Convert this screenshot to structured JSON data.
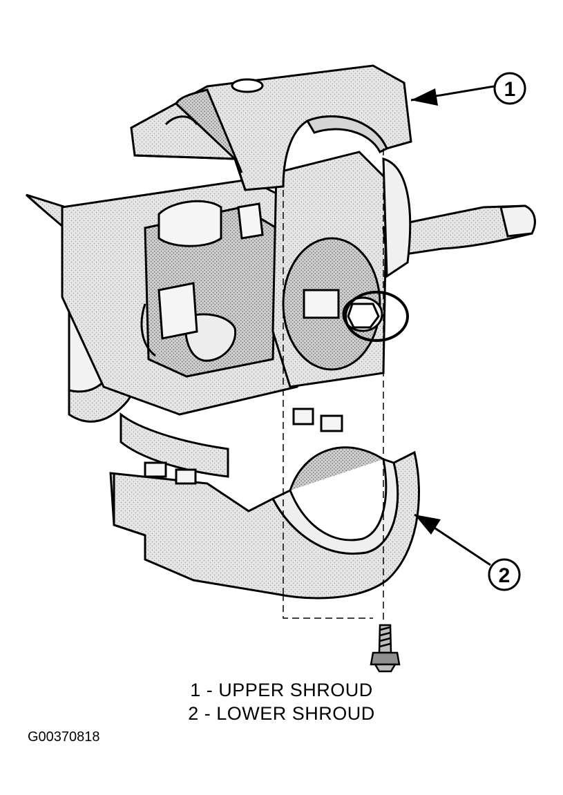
{
  "callouts": [
    {
      "number": "1"
    },
    {
      "number": "2"
    }
  ],
  "legend": [
    "1 - UPPER SHROUD",
    "2 - LOWER SHROUD"
  ],
  "figure_id": "G00370818"
}
